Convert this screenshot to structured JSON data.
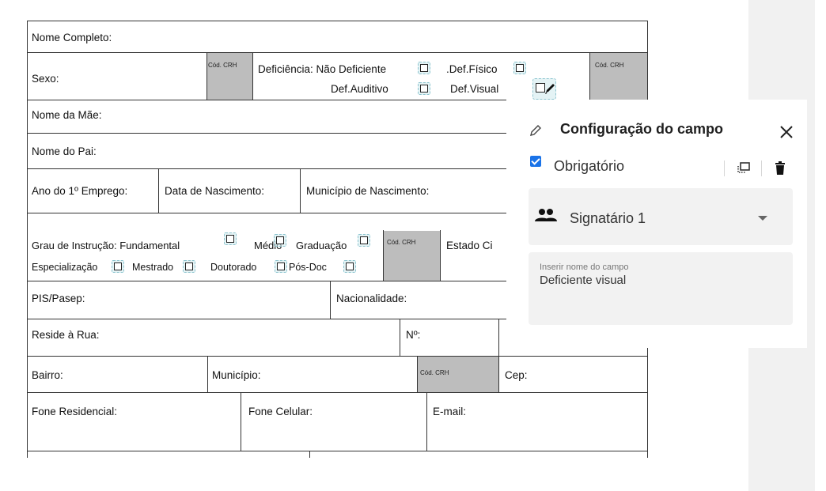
{
  "form": {
    "nome_completo": "Nome Completo:",
    "sexo": "Sexo:",
    "cod_crh": "Cód. CRH",
    "deficiencia_nao": "Deficiência: Não Deficiente",
    "def_fisico": ".Def.Físico",
    "def_auditivo": "Def.Auditivo",
    "def_visual": "Def.Visual",
    "nome_mae": "Nome da Mãe:",
    "nome_pai": "Nome do Pai:",
    "ano_emprego": "Ano do 1º Emprego:",
    "data_nascimento": "Data de Nascimento:",
    "municipio_nascimento": "Município de Nascimento:",
    "grau_instrucao": "Grau de Instrução: Fundamental",
    "medio": "Médio",
    "graduacao": "Graduação",
    "estado_civil": "Estado Ci",
    "especializacao": "Especialização",
    "mestrado": "Mestrado",
    "doutorado": "Doutorado",
    "pos_doc": "Pós-Doc",
    "pis": "PIS/Pasep:",
    "nacionalidade": "Nacionalidade:",
    "reside": "Reside à Rua:",
    "numero": "Nº:",
    "bairro": "Bairro:",
    "municipio": "Município:",
    "cep": "Cep:",
    "fone_residencial": "Fone Residencial:",
    "fone_celular": "Fone Celular:",
    "email": "E-mail:"
  },
  "panel": {
    "title": "Configuração do campo",
    "required_label": "Obrigatório",
    "required_checked": true,
    "signer_label": "Signatário 1",
    "field_name_label": "Inserir nome do campo",
    "field_name_value": "Deficiente visual"
  },
  "colors": {
    "accent": "#1a73e8",
    "field_highlight": "#d2ebee",
    "shaded_cell": "#bdbdbd",
    "sidebar": "#f1f1f1"
  }
}
